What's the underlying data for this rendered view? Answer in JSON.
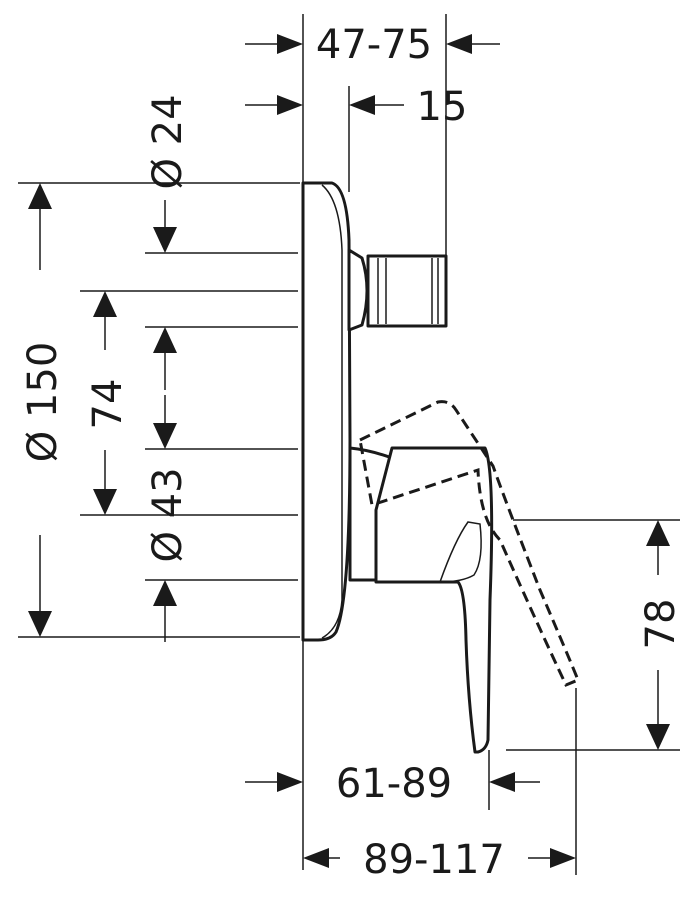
{
  "dimensions": {
    "depth_range": "47-75",
    "cartridge_depth": "15",
    "cartridge_dia": "Ø 24",
    "plate_dia": "Ø 150",
    "centers": "74",
    "lever_hub_dia": "Ø 43",
    "lever_drop": "78",
    "spout_range": "61-89",
    "overall_range": "89-117"
  }
}
